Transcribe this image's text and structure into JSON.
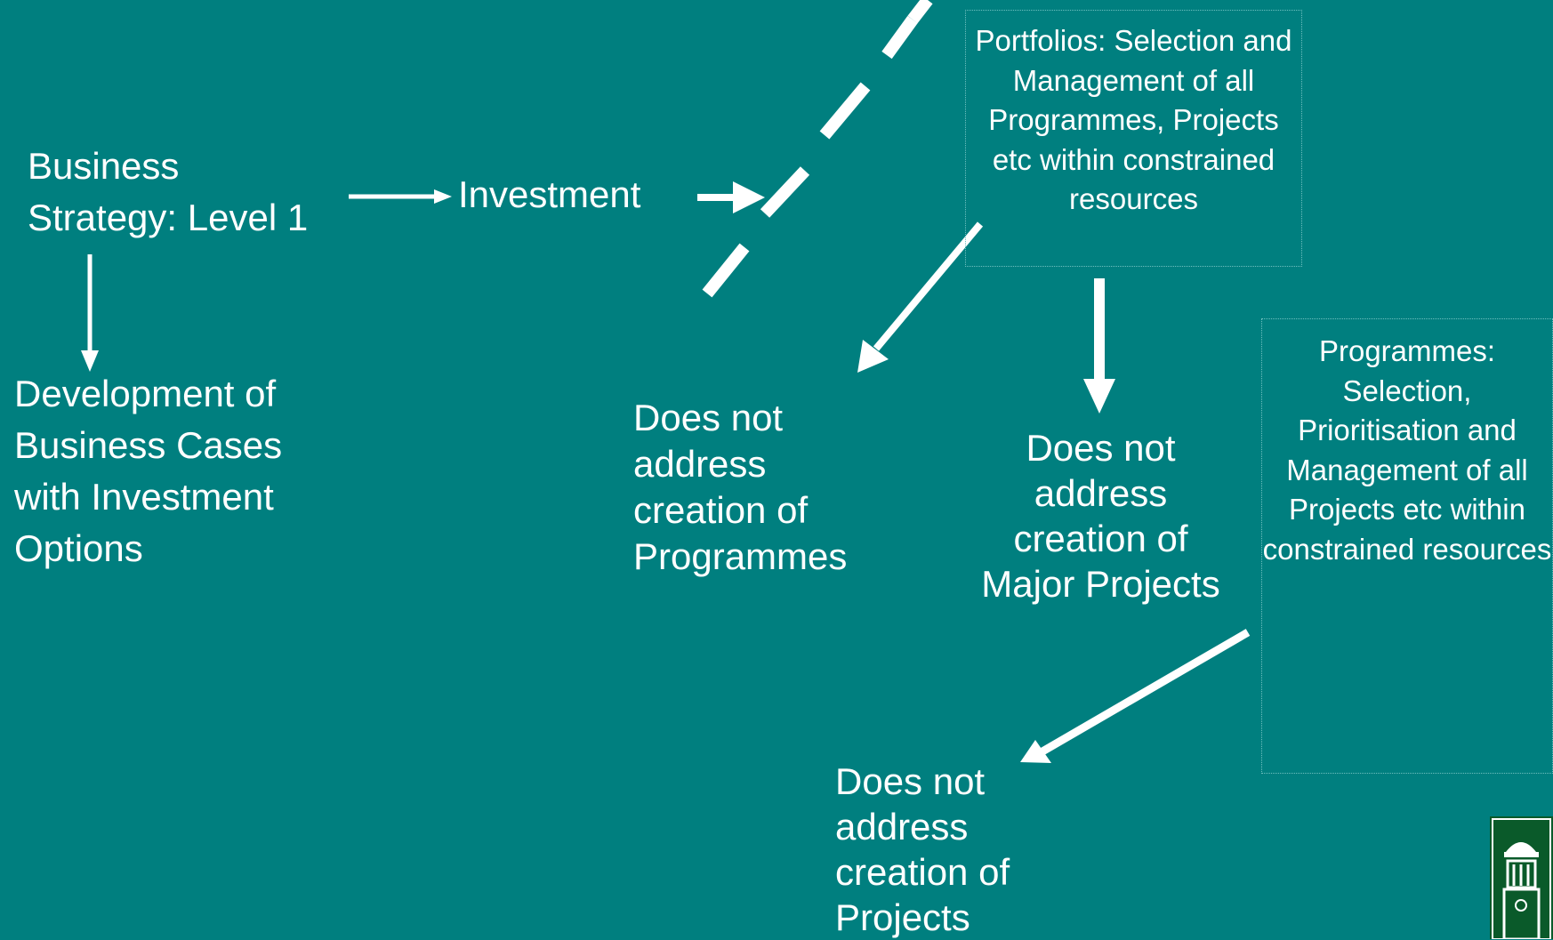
{
  "nodes": {
    "business_strategy": "Business\nStrategy: Level 1",
    "investment": "Investment",
    "business_cases": "Development of\nBusiness Cases\nwith Investment\nOptions",
    "portfolios": "Portfolios: Selection\nand Management of\nall Programmes,\nProjects etc within\nconstrained\nresources",
    "no_programmes": "Does not\naddress\ncreation of\nProgrammes",
    "no_major_projects": "Does not\naddress\ncreation of\nMajor Projects",
    "programmes": "Programmes:\nSelection,\nPrioritisation and\nManagement of\nall Projects etc\nwithin\nconstrained\nresources",
    "no_projects": "Does not\naddress\ncreation of\nProjects"
  },
  "colors": {
    "background": "#007f7f",
    "foreground": "#ffffff",
    "box_border": "#6fbfbf",
    "logo_green": "#0a5a2a"
  },
  "icons": {
    "logo": "university-tower-logo"
  }
}
